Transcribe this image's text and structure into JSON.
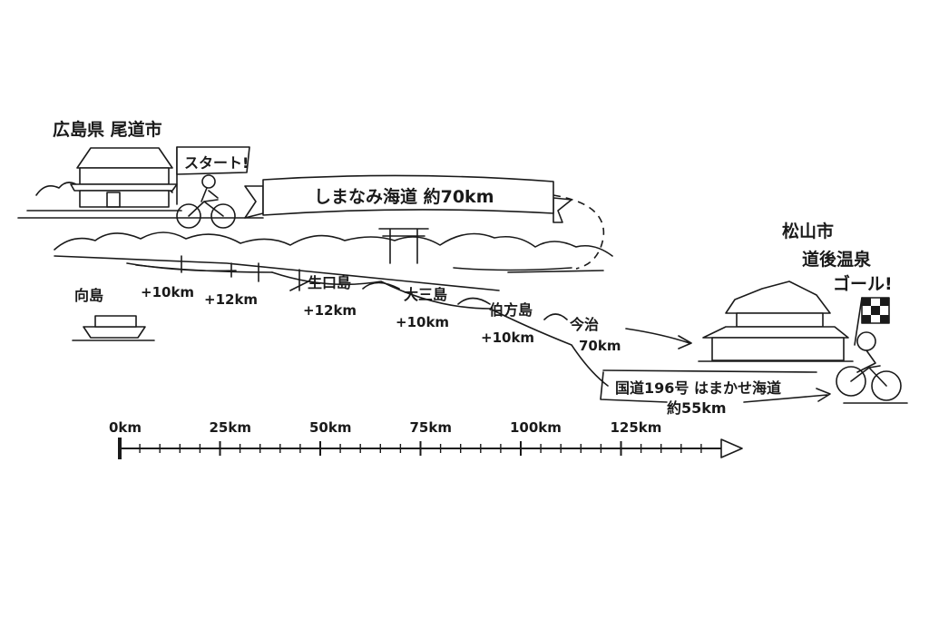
{
  "start": {
    "place": "広島県 尾道市",
    "flag": "スタート!"
  },
  "banner": "しまなみ海道 約70km",
  "goal": {
    "city": "松山市",
    "spot": "道後温泉",
    "label": "ゴール!"
  },
  "islands": [
    {
      "name": "向島"
    },
    {
      "name": "生口島"
    },
    {
      "name": "大三島"
    },
    {
      "name": "伯方島"
    },
    {
      "name": "今治"
    }
  ],
  "segments": [
    "+10km",
    "+12km",
    "+12km",
    "+10km",
    "+10km"
  ],
  "imabari_total": "70km",
  "route2": {
    "name": "国道196号 はまかせ海道",
    "distance": "約55km"
  },
  "scale": {
    "ticks": [
      "0km",
      "25km",
      "50km",
      "75km",
      "100km",
      "125km"
    ]
  }
}
